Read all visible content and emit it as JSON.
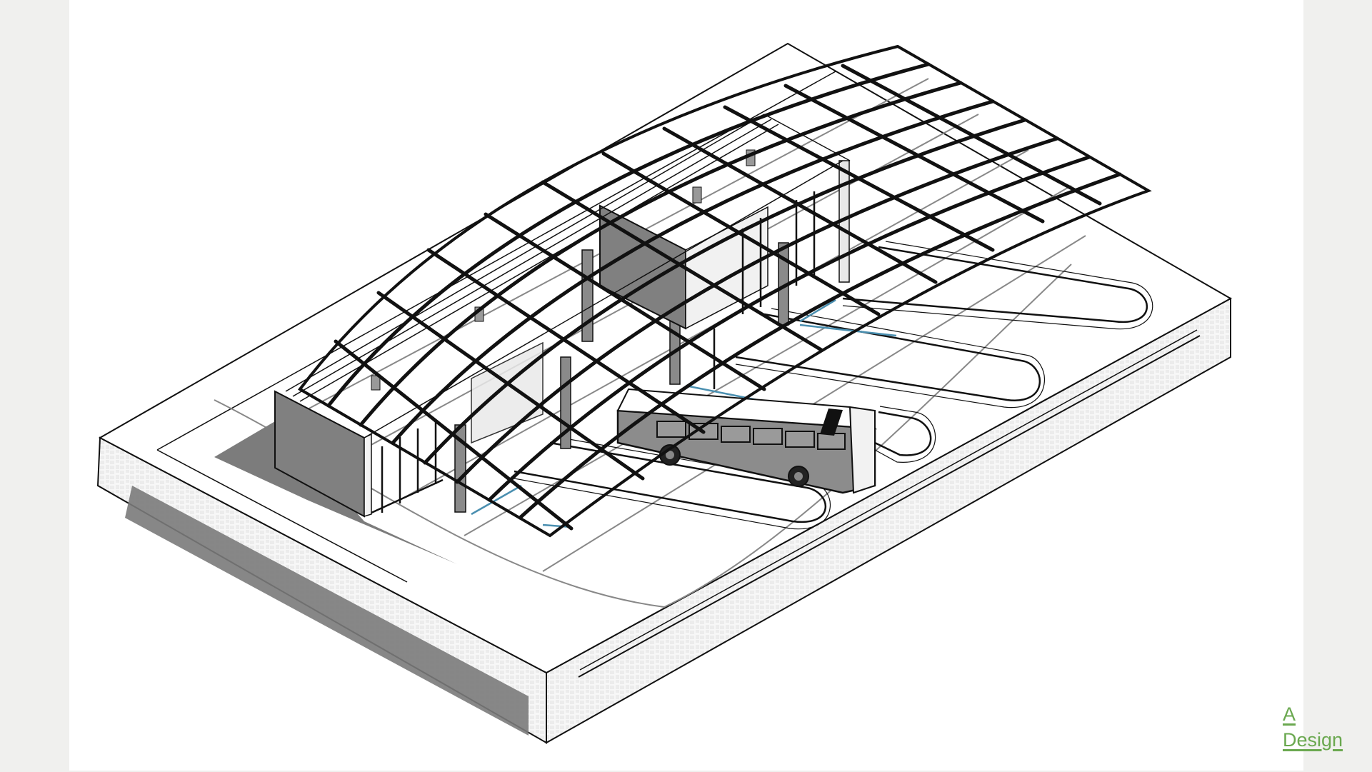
{
  "page": {
    "background_color": "#f0f0ee",
    "canvas_color": "#ffffff"
  },
  "drawing": {
    "title": "Isometric view of bus terminal with gridshell canopy",
    "elements": [
      "base-slab",
      "terminal-building",
      "gridshell-canopy",
      "bus",
      "bus-bay-loops"
    ],
    "bus_bay_count": 4
  },
  "logo": {
    "line1": "A",
    "line2": "Design",
    "color": "#6aa84f"
  }
}
